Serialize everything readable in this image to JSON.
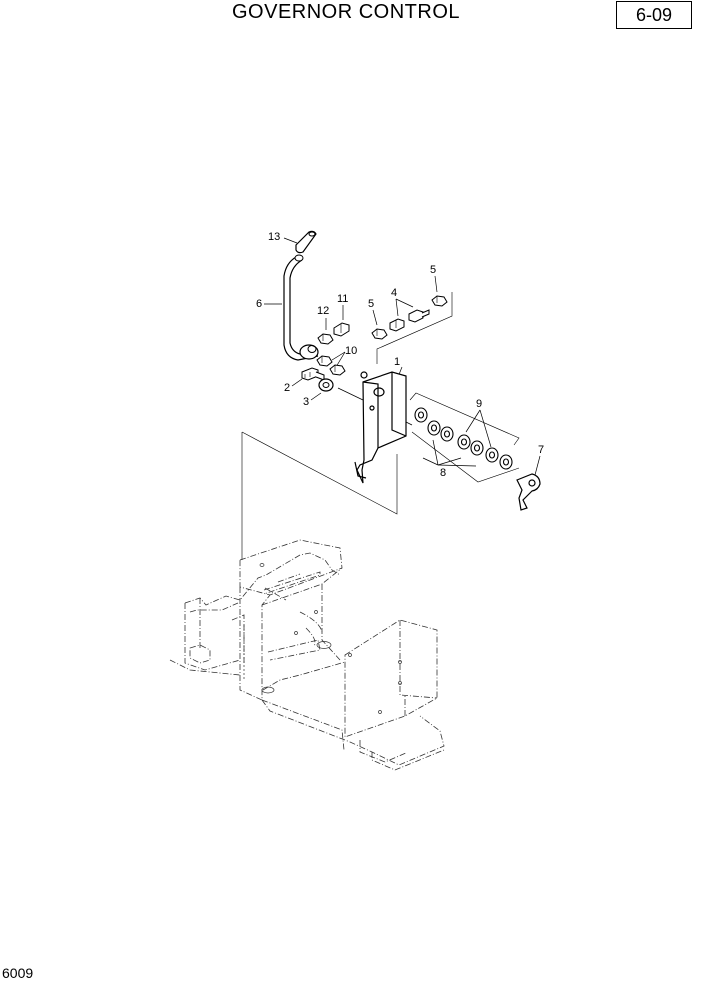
{
  "header": {
    "title": "GOVERNOR CONTROL",
    "page_number": "6-09"
  },
  "footer": {
    "drawing_code": "6009"
  },
  "callouts": {
    "c13": "13",
    "c6": "6",
    "c12": "12",
    "c11": "11",
    "c10": "10",
    "c2": "2",
    "c3": "3",
    "c5a": "5",
    "c4": "4",
    "c5b": "5",
    "c1": "1",
    "c9": "9",
    "c8": "8",
    "c7": "7"
  }
}
